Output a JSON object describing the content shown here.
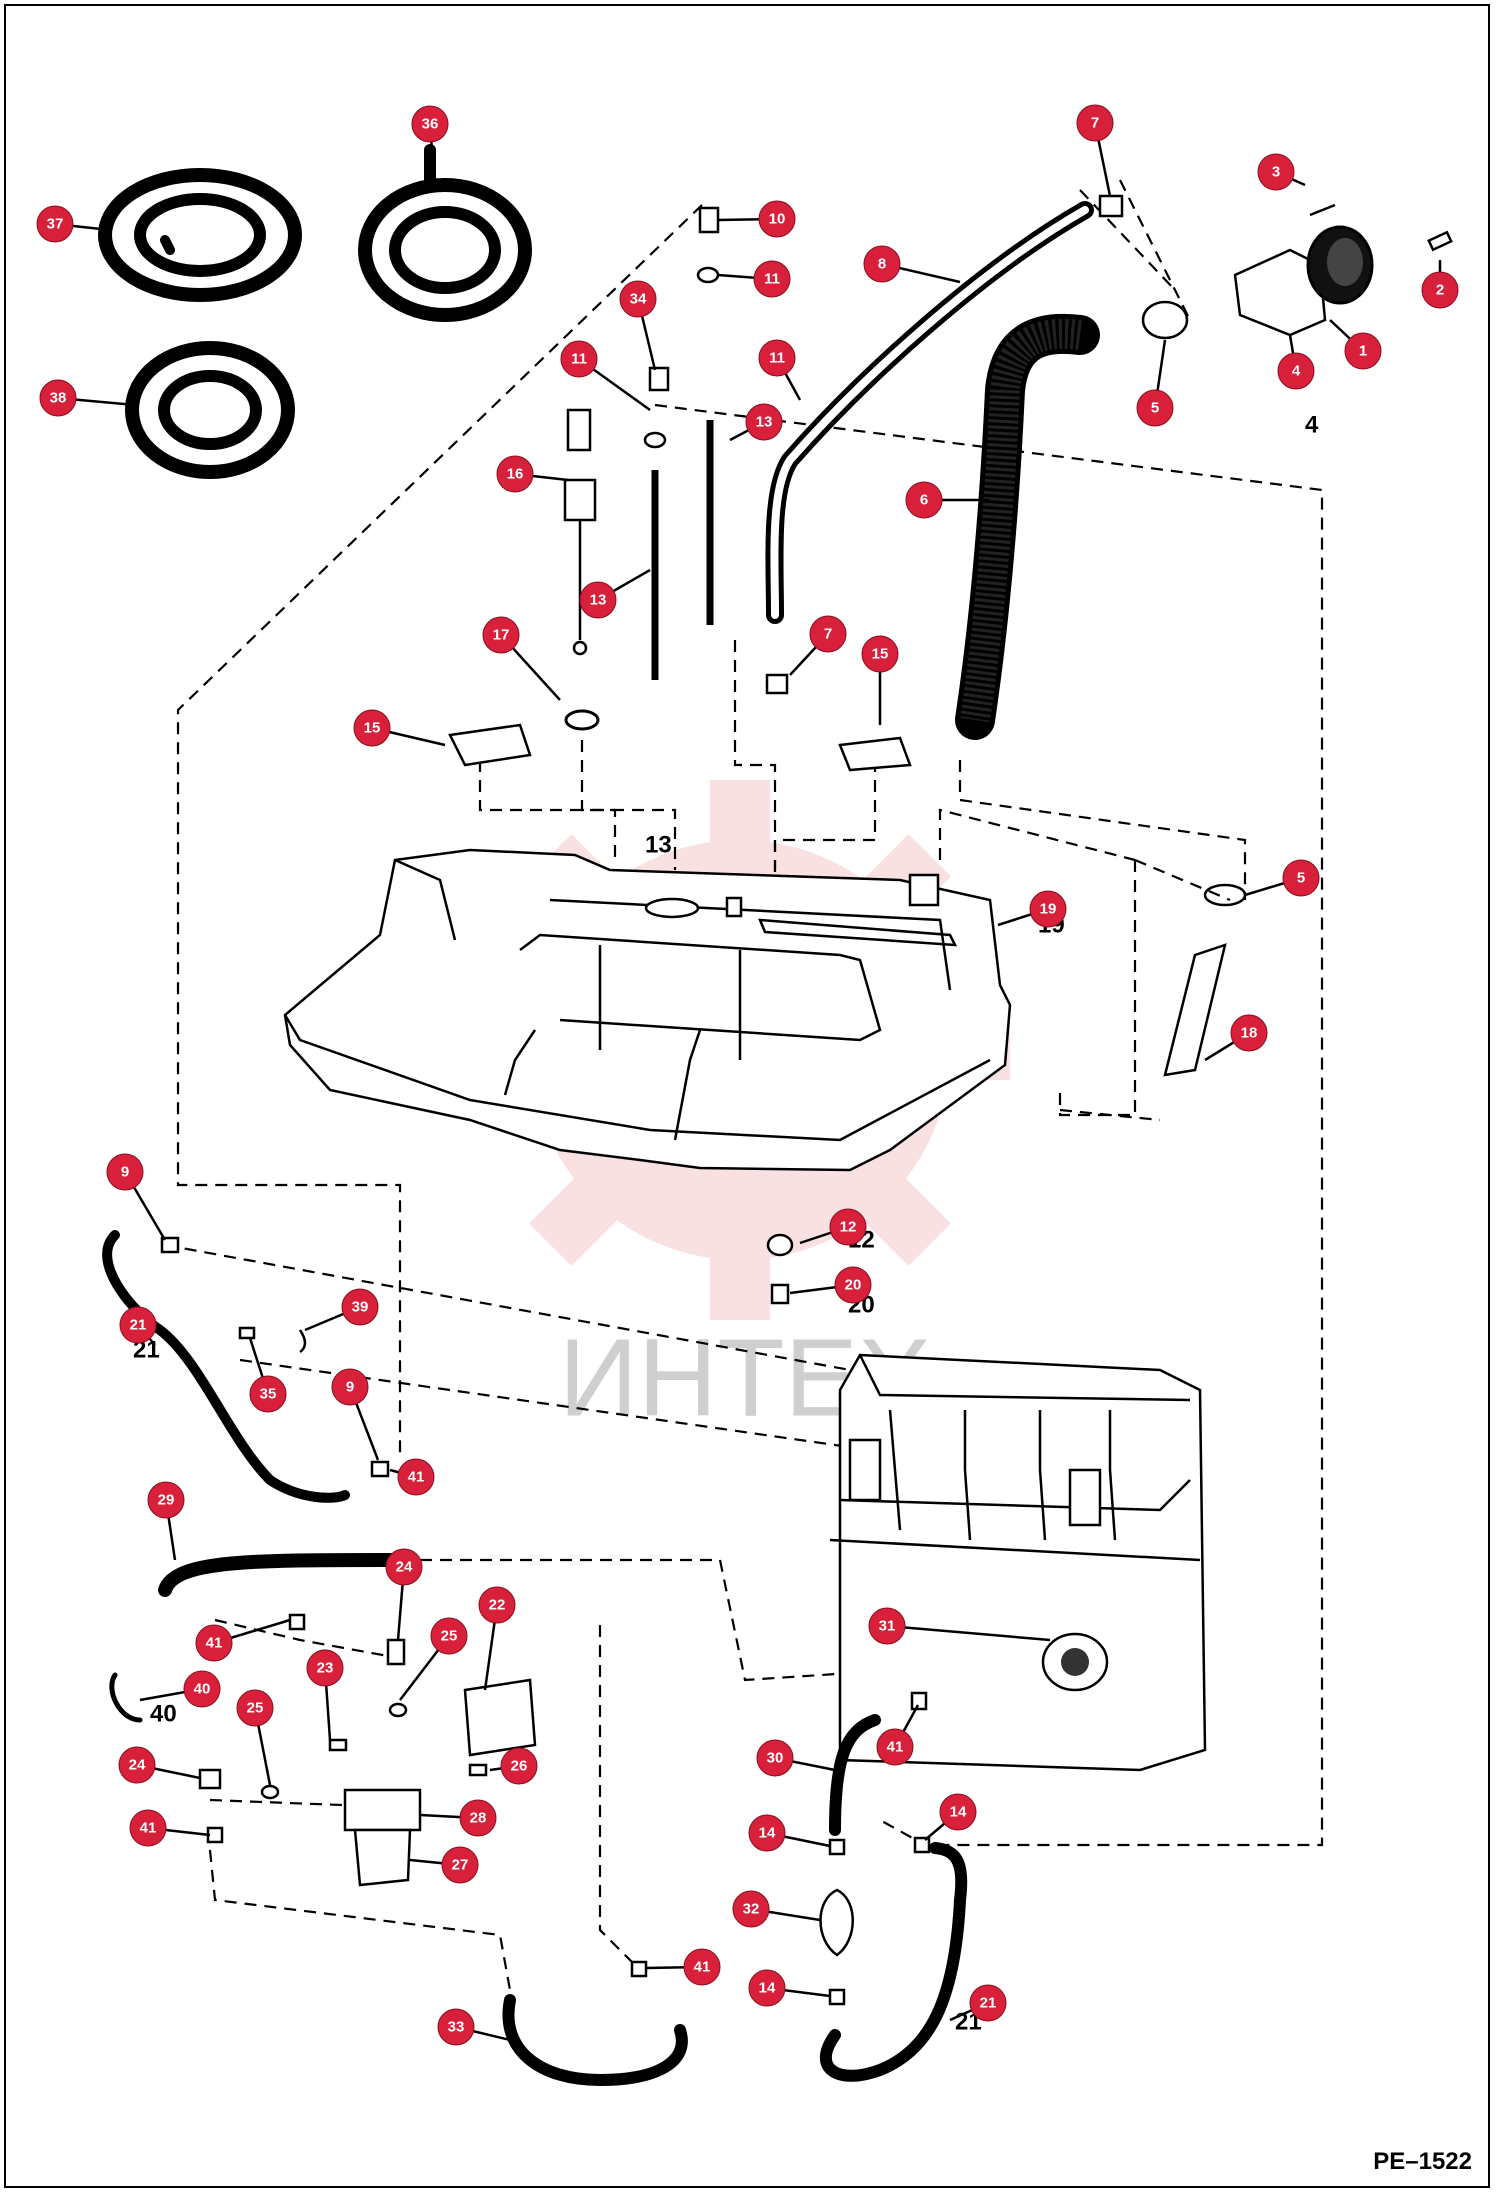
{
  "diagram": {
    "page_code": "PE–1522",
    "watermark": "ИНТЕХ",
    "colors": {
      "callout": "#d8203a",
      "line": "#000000",
      "watermark_text": "#cfcfcf",
      "watermark_gear": "#f6c9c9"
    },
    "callouts": [
      {
        "id": "c1",
        "label": "1"
      },
      {
        "id": "c2",
        "label": "2"
      },
      {
        "id": "c3",
        "label": "3"
      },
      {
        "id": "c4",
        "label": "4"
      },
      {
        "id": "c5a",
        "label": "5"
      },
      {
        "id": "c5b",
        "label": "5"
      },
      {
        "id": "c6",
        "label": "6"
      },
      {
        "id": "c7a",
        "label": "7"
      },
      {
        "id": "c7b",
        "label": "7"
      },
      {
        "id": "c8",
        "label": "8"
      },
      {
        "id": "c9a",
        "label": "9"
      },
      {
        "id": "c9b",
        "label": "9"
      },
      {
        "id": "c10",
        "label": "10"
      },
      {
        "id": "c11a",
        "label": "11"
      },
      {
        "id": "c11b",
        "label": "11"
      },
      {
        "id": "c11c",
        "label": "11"
      },
      {
        "id": "c12",
        "label": "12"
      },
      {
        "id": "c13a",
        "label": "13"
      },
      {
        "id": "c13b",
        "label": "13"
      },
      {
        "id": "c14a",
        "label": "14"
      },
      {
        "id": "c14b",
        "label": "14"
      },
      {
        "id": "c14c",
        "label": "14"
      },
      {
        "id": "c15a",
        "label": "15"
      },
      {
        "id": "c15b",
        "label": "15"
      },
      {
        "id": "c16",
        "label": "16"
      },
      {
        "id": "c17",
        "label": "17"
      },
      {
        "id": "c18",
        "label": "18"
      },
      {
        "id": "c19",
        "label": "19"
      },
      {
        "id": "c20",
        "label": "20"
      },
      {
        "id": "c21a",
        "label": "21"
      },
      {
        "id": "c21b",
        "label": "21"
      },
      {
        "id": "c22",
        "label": "22"
      },
      {
        "id": "c23",
        "label": "23"
      },
      {
        "id": "c24a",
        "label": "24"
      },
      {
        "id": "c24b",
        "label": "24"
      },
      {
        "id": "c25a",
        "label": "25"
      },
      {
        "id": "c25b",
        "label": "25"
      },
      {
        "id": "c26",
        "label": "26"
      },
      {
        "id": "c27",
        "label": "27"
      },
      {
        "id": "c28",
        "label": "28"
      },
      {
        "id": "c29",
        "label": "29"
      },
      {
        "id": "c30",
        "label": "30"
      },
      {
        "id": "c31",
        "label": "31"
      },
      {
        "id": "c32",
        "label": "32"
      },
      {
        "id": "c33",
        "label": "33"
      },
      {
        "id": "c34",
        "label": "34"
      },
      {
        "id": "c35",
        "label": "35"
      },
      {
        "id": "c36",
        "label": "36"
      },
      {
        "id": "c37",
        "label": "37"
      },
      {
        "id": "c38",
        "label": "38"
      },
      {
        "id": "c39",
        "label": "39"
      },
      {
        "id": "c40",
        "label": "40"
      },
      {
        "id": "c41a",
        "label": "41"
      },
      {
        "id": "c41b",
        "label": "41"
      },
      {
        "id": "c41c",
        "label": "41"
      },
      {
        "id": "c41d",
        "label": "41"
      },
      {
        "id": "c41e",
        "label": "41"
      }
    ]
  }
}
